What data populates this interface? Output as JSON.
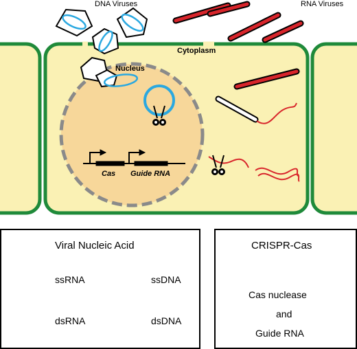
{
  "labels": {
    "dna_viruses": "DNA Viruses",
    "rna_viruses": "RNA Viruses",
    "cytoplasm": "Cytoplasm",
    "nucleus": "Nucleus",
    "cas_gene": "Cas",
    "guide_rna_gene": "Guide RNA"
  },
  "legend_left": {
    "title": "Viral Nucleic Acid",
    "items": [
      "ssRNA",
      "dsRNA",
      "ssDNA",
      "dsDNA"
    ]
  },
  "legend_right": {
    "title": "CRISPR-Cas",
    "lines": [
      "Cas nuclease",
      "and",
      "Guide RNA"
    ]
  },
  "colors": {
    "cell_fill": "#faf1b4",
    "cell_wall": "#1f8a3a",
    "nucleus_fill": "#f7d79a",
    "nucleus_border": "#8a8a8a",
    "dna": "#2aa8e0",
    "rna": "#d8252b"
  }
}
